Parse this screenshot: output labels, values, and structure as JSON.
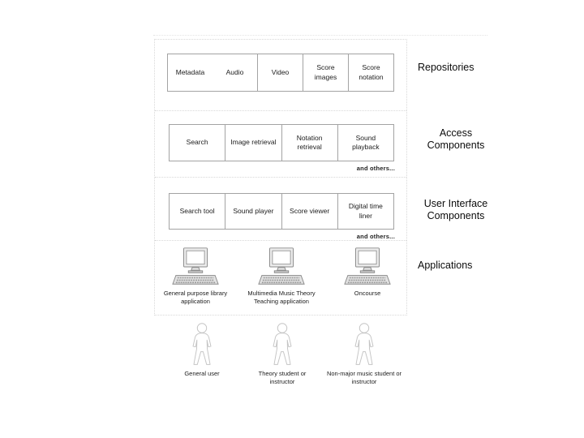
{
  "colors": {
    "outer_border": "#d8d8d8",
    "box_border": "#a3a3a3",
    "text": "#1c1c1c",
    "figure_outline": "#c4c4c4"
  },
  "layers": [
    {
      "label": "Repositories",
      "cells": [
        "Metadata",
        "Audio",
        "Video",
        "Score images",
        "Score notation"
      ]
    },
    {
      "label": "Access Components",
      "cells": [
        "Search",
        "Image retrieval",
        "Notation retrieval",
        "Sound playback"
      ],
      "others": "and others..."
    },
    {
      "label": "User Interface Components",
      "cells": [
        "Search tool",
        "Sound player",
        "Score viewer",
        "Digital time liner"
      ],
      "others": "and others..."
    },
    {
      "label": "Applications",
      "applications": [
        {
          "name": "General purpose library application",
          "icon": "computer-icon"
        },
        {
          "name": "Multimedia Music Theory Teaching application",
          "icon": "computer-icon"
        },
        {
          "name": "Oncourse",
          "icon": "computer-icon"
        }
      ]
    }
  ],
  "users": [
    {
      "name": "General user",
      "icon": "person-icon"
    },
    {
      "name": "Theory student or instructor",
      "icon": "person-icon"
    },
    {
      "name": "Non-major music student or instructor",
      "icon": "person-icon"
    }
  ]
}
